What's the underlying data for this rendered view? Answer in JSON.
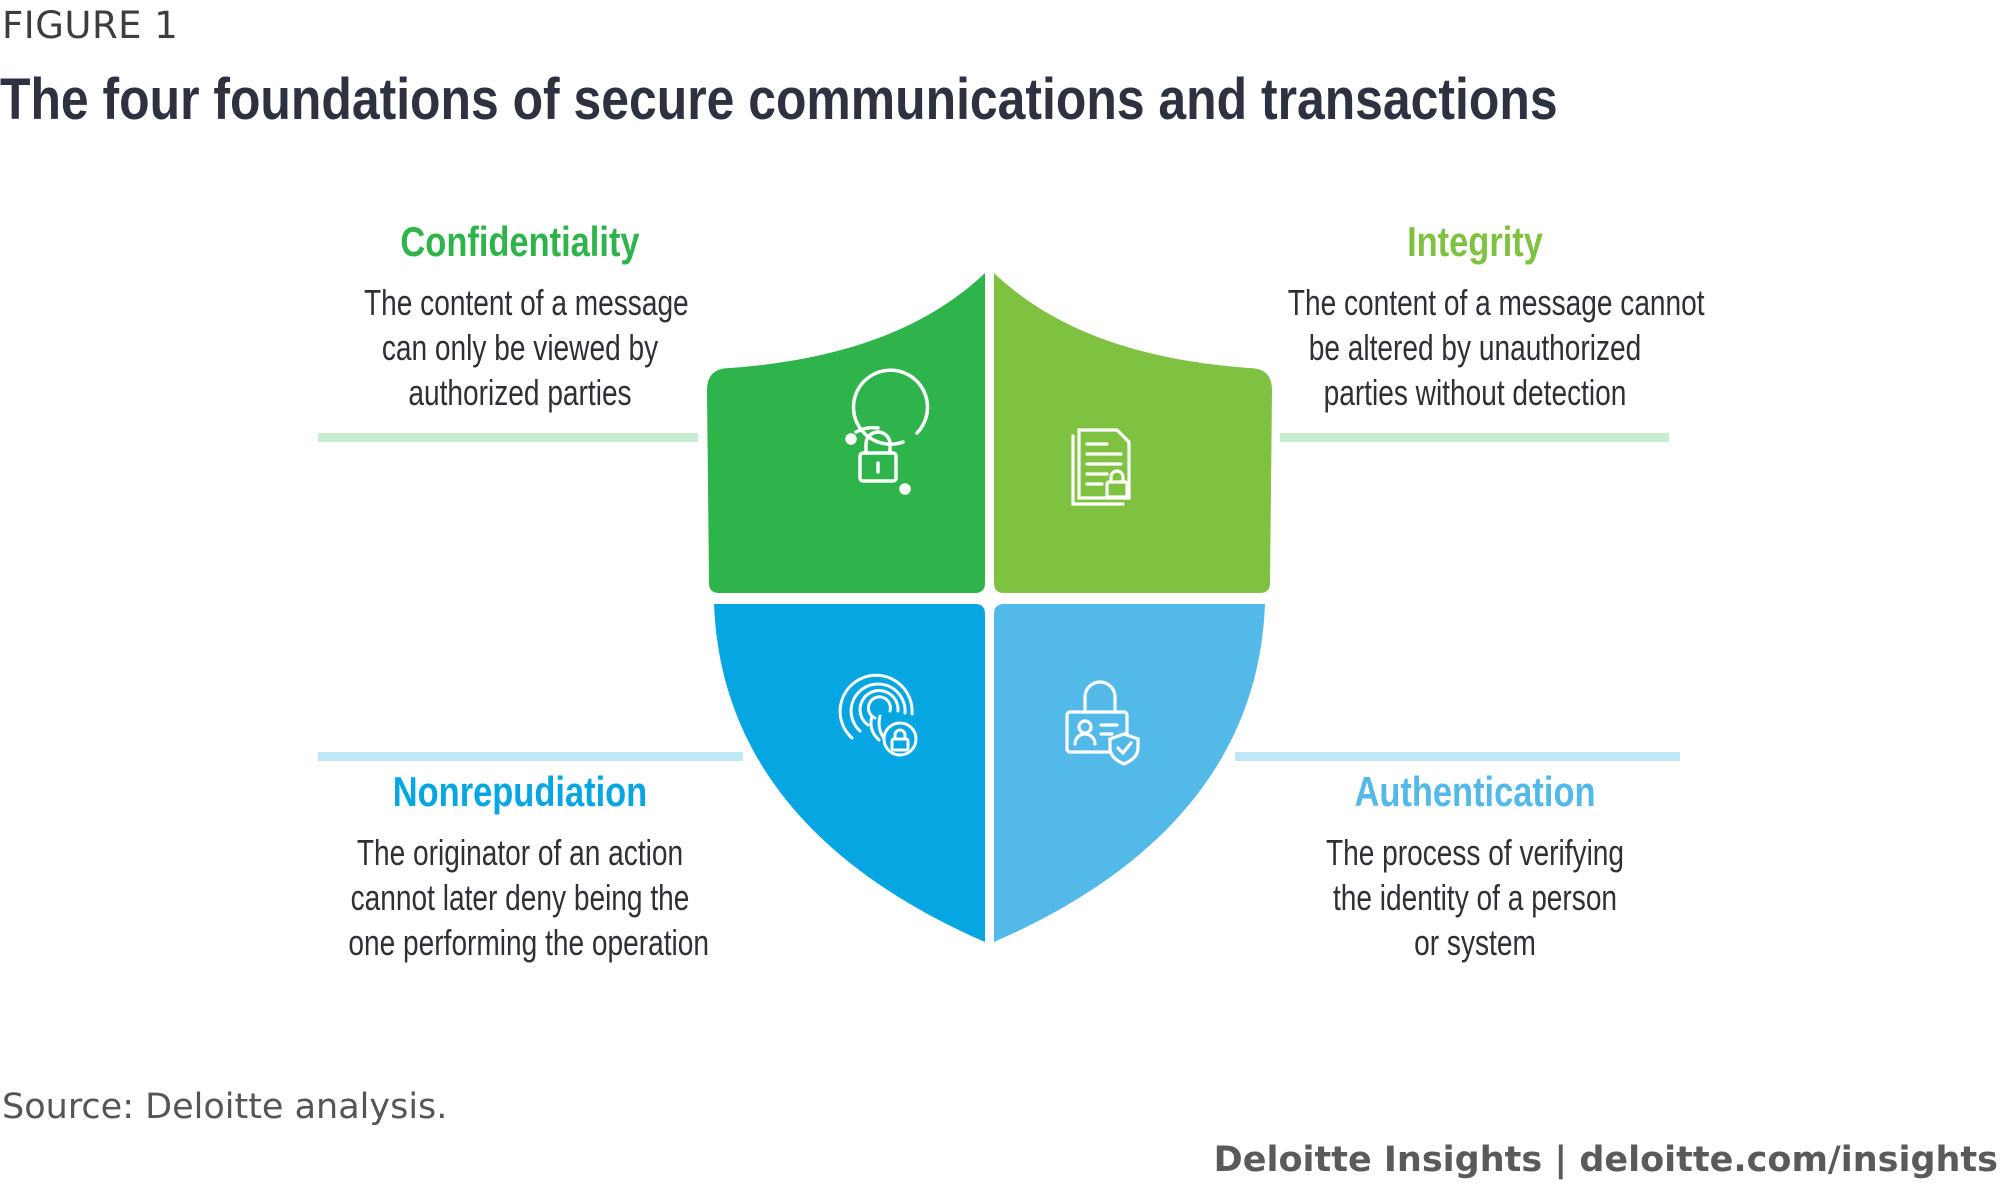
{
  "figure_label": "FIGURE 1",
  "title": "The four foundations of secure communications and transactions",
  "colors": {
    "confidentiality": "#2fb34b",
    "integrity": "#7fc241",
    "nonrepudiation": "#05a6e2",
    "authentication": "#52b9e9",
    "line_green": "#c9ecd5",
    "line_blue": "#bfe7f6"
  },
  "quadrants": {
    "confidentiality": {
      "title": "Confidentiality",
      "lines": [
        "The content of a message",
        "can only be viewed by",
        "authorized parties"
      ],
      "icon": "lock-icon"
    },
    "integrity": {
      "title": "Integrity",
      "lines": [
        "The content of a message cannot",
        "be altered by unauthorized",
        "parties without detection"
      ],
      "icon": "document-lock-icon"
    },
    "nonrepudiation": {
      "title": "Nonrepudiation",
      "lines": [
        "The originator of an action",
        "cannot later deny being the",
        "one performing the operation"
      ],
      "icon": "fingerprint-lock-icon"
    },
    "authentication": {
      "title": "Authentication",
      "lines": [
        "The process of verifying",
        "the identity of a person",
        "or system"
      ],
      "icon": "id-card-lock-icon"
    }
  },
  "source": "Source: Deloitte analysis.",
  "credit": "Deloitte Insights | deloitte.com/insights"
}
